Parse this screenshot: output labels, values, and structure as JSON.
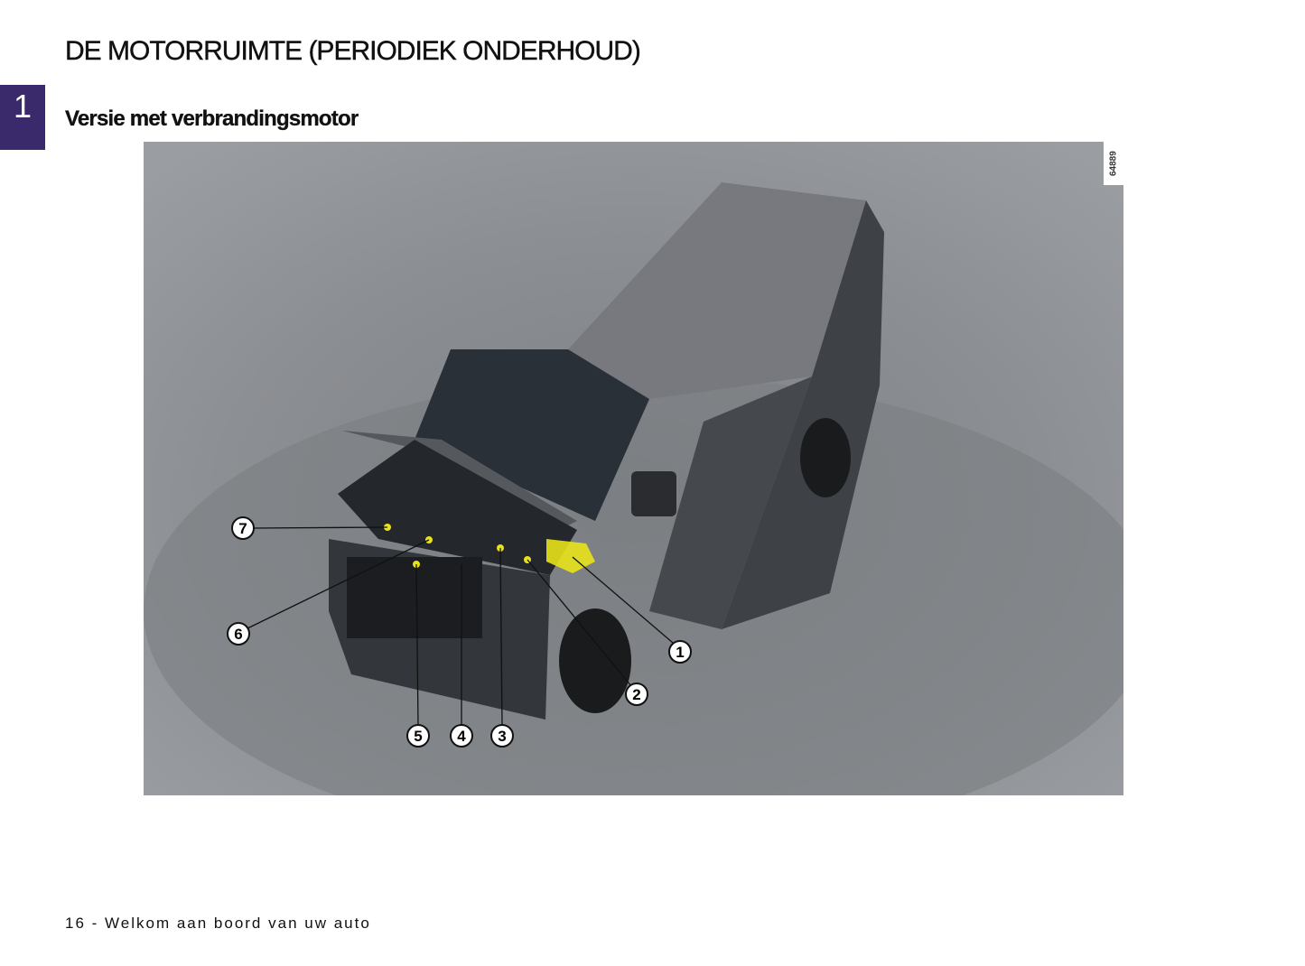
{
  "page": {
    "title": "DE MOTORRUIMTE (PERIODIEK ONDERHOUD)",
    "chapter_number": "1",
    "subtitle": "Versie met verbrandingsmotor",
    "footer": "16 - Welkom aan boord van uw auto"
  },
  "figure": {
    "reference_code": "64889",
    "callouts": [
      "1",
      "2",
      "3",
      "4",
      "5",
      "6",
      "7"
    ],
    "highlight_color": "#e8e21a",
    "tab_color": "#3b2a6b"
  }
}
